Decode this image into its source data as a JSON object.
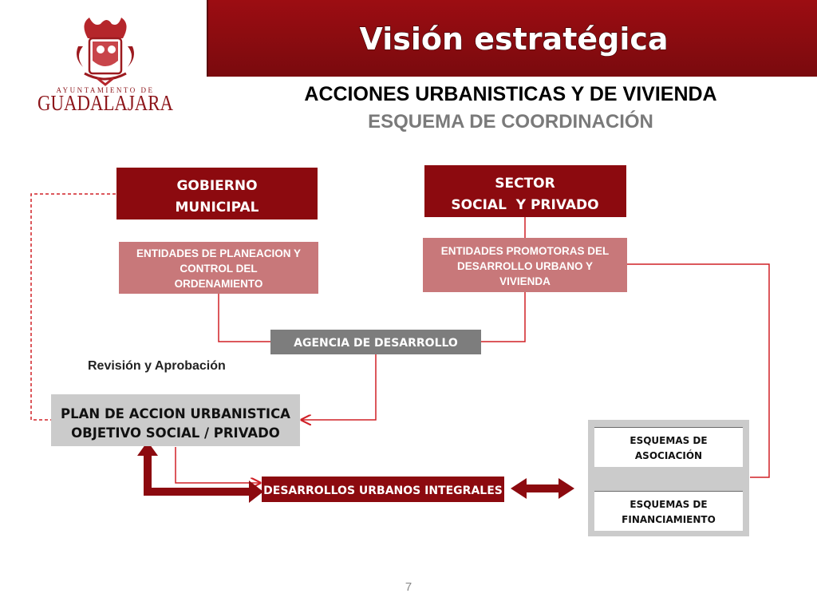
{
  "logo": {
    "caption_small": "AYUNTAMIENTO DE",
    "caption_large": "GUADALAJARA"
  },
  "header": {
    "banner_title": "Visión estratégica",
    "subtitle_line1": "ACCIONES URBANISTICAS Y DE VIVIENDA",
    "subtitle_line2": "ESQUEMA DE COORDINACIÓN"
  },
  "diagram": {
    "gobierno": {
      "line1": "GOBIERNO",
      "line2": "MUNICIPAL"
    },
    "sector": {
      "line1": "SECTOR",
      "line2": "SOCIAL  Y PRIVADO"
    },
    "entidades_planeacion": {
      "line1": "ENTIDADES DE PLANEACION Y",
      "line2": "CONTROL DEL",
      "line3": "ORDENAMIENTO"
    },
    "entidades_promotoras": {
      "line1": "ENTIDADES PROMOTORAS DEL",
      "line2": "DESARROLLO URBANO Y",
      "line3": "VIVIENDA"
    },
    "agencia": "AGENCIA DE DESARROLLO",
    "revision_label": "Revisión y Aprobación",
    "plan": {
      "line1": "PLAN DE ACCION URBANISTICA",
      "line2": "OBJETIVO SOCIAL / PRIVADO"
    },
    "desarrollos": "DESARROLLOS URBANOS INTEGRALES",
    "esquemas_asociacion": {
      "line1": "ESQUEMAS DE",
      "line2": "ASOCIACIÓN"
    },
    "esquemas_financiamiento": {
      "line1": "ESQUEMAS DE",
      "line2": "FINANCIAMIENTO"
    }
  },
  "footer": {
    "page_number": "7"
  },
  "colors": {
    "dark_red": "#8c0a0f",
    "pink": "#c8787a",
    "gray_box": "#cbcbcb",
    "gray_dark": "#7d7d7d",
    "line_red": "#d02027",
    "subtitle_gray": "#7a7a7a"
  }
}
